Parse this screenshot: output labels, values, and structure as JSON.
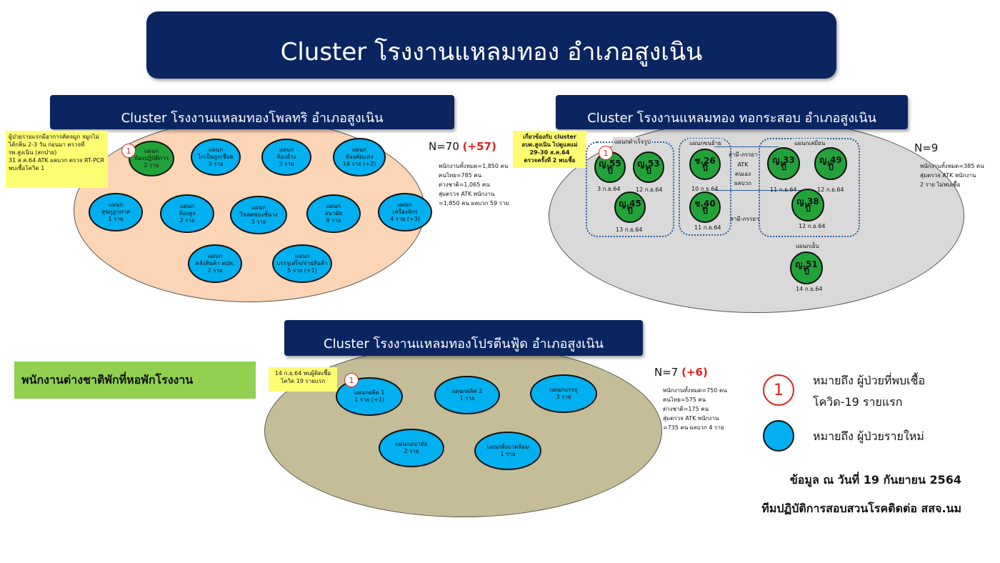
{
  "title": "Cluster โรงงานแหลมทอง อำเภอสูงเนิน",
  "colors": {
    "banner": "#0b2560",
    "blue_node": "#00b0f0",
    "green_node": "#22a33a",
    "note": "#fdfd72",
    "red": "#e02020",
    "foreign_box": "#92d050"
  },
  "cluster1": {
    "title": "Cluster โรงงานแหลมทองโพลทริ อำเภอสูงเนิน",
    "n_label": "N=70",
    "n_delta": "(+57)",
    "note": "ผู้ป่วยรายแรกมีอาการคัดจมูก จมูกไม่ได้กลิ่น 2-3 วัน ก่อนมา ตรวจที่ รพ.สูงเนิน (สกป่าย)\n31 ส.ค.64 ATK ผลบวก ตรวจ RT-PCR พบเชื้อโควิด 1",
    "stats": "พนักงานทั้งหมด=1,850 คน\nคนไทย=785 คน\nต่างชาติ=1,065 คน\nสุ่มตรวจ ATK พนักงาน\n=1,850 คน ผลบวก 59 ราย",
    "nodes": [
      {
        "line1": "แผนก",
        "line2": "ห้องปฏิบัติการ",
        "line3": "2 ราย"
      },
      {
        "line1": "แผนก",
        "line2": "ไก่เป็นถูกเชือด",
        "line3": "3 ราย"
      },
      {
        "line1": "แผนก",
        "line2": "ห้องอ้วง",
        "line3": "3 ราย"
      },
      {
        "line1": "แผนก",
        "line2": "ห้องตัดแต่ง",
        "line3": "14 ราย (+2)"
      },
      {
        "line1": "แผนก",
        "line2": "สุขภูฏาภาศ",
        "line3": "1 ราย"
      },
      {
        "line1": "แผนก",
        "line2": "ห้องลูจ",
        "line3": "2 ราย"
      },
      {
        "line1": "แผนก",
        "line2": "โหลดซองชั้นวง",
        "line3": "3 ราย"
      },
      {
        "line1": "แผนก",
        "line2": "อนามัย",
        "line3": "9 ราย"
      },
      {
        "line1": "แผนก",
        "line2": "เครื่องจักร",
        "line3": "4 ราย (+3)"
      },
      {
        "line1": "แผนก",
        "line2": "คลังสินค้า ตปท.",
        "line3": "2 ราย"
      },
      {
        "line1": "แผนก",
        "line2": "บรรจุเสร็จ/จ่ายสินค้า",
        "line3": "5 ราย (+1)"
      }
    ]
  },
  "cluster2": {
    "title": "Cluster โรงงานแหลมทอง ทอกระสอบ อำเภอสูงเนิน",
    "n_label": "N=9",
    "note": "เกี่ยวข้องกับ cluster อบต.สูงเนิน ไปดูแลแม่ 29-30 ส.ค.64\nตรวจครั้งที่ 2 พบเชื้อ",
    "stats": "พนักงานทั้งหมด=385 คน\nสุ่มตรวจ ATK พนักงาน\n2 ราย ไม่พบเชื้อ",
    "groups": [
      "แผนกตำเร็จรูป",
      "แผนกขนย้าย",
      "แผนกเสมียน",
      "แผนกเย็บ"
    ],
    "persons": [
      {
        "label": "ญ.55 ปี",
        "date": "3 ก.ย.64"
      },
      {
        "label": "ญ.53 ปี",
        "date": "12 ก.ย.64"
      },
      {
        "label": "ญ.45 ปี",
        "date": "13 ก.ย.64"
      },
      {
        "label": "ช.26 ปี",
        "date": "10 ก.ย.64"
      },
      {
        "label": "ช.40 ปี",
        "date": "11 ก.ย.64"
      },
      {
        "label": "ญ.33 ปี",
        "date": "11 ก.ย.64"
      },
      {
        "label": "ญ.49 ปี",
        "date": "12 ก.ย.64"
      },
      {
        "label": "ญ.38 ปี",
        "date": "12 ก.ย.64"
      },
      {
        "label": "ญ.51 ปี",
        "date": "14 ก.ย.64"
      }
    ],
    "relation_top": "สามี-ภรรยา",
    "relation_mid": "ATK\nคนเอง\nผลบวก",
    "relation_bottom": "สามี-ภรรยา"
  },
  "cluster3": {
    "title": "Cluster โรงงานแหลมทองโปรตีนฟู้ด อำเภอสูงเนิน",
    "n_label": "N=7",
    "n_delta": "(+6)",
    "note": "14 ก.ย.64 พบผู้ติดเชื้อ\nโควิด 19 รายแรก",
    "stats": "พนักงานทั้งหมด=750 คน\nคนไทย=575 คน\nต่างชาติ=175 คน\nสุ่มตรวจ ATK พนักงาน\n=735 คน ผลบวก 4 ราย",
    "nodes": [
      {
        "line1": "แผนกผลิต 1",
        "line2": "1 ราย (+1)"
      },
      {
        "line1": "แผนกผลิต 2",
        "line2": "1 ราย"
      },
      {
        "line1": "แผนกบรรจุ",
        "line2": "3 ราย"
      },
      {
        "line1": "แผนกอนามัย",
        "line2": "2 ราย"
      },
      {
        "line1": "แผนกสิ่งแวดล้อม",
        "line2": "1 ราย"
      }
    ]
  },
  "marker_number": "1",
  "foreign_workers": "พนักงานต่างชาติพักที่หอพักโรงงาน",
  "legend": {
    "first_case_line1": "หมายถึง ผู้ป่วยที่พบเชื้อ",
    "first_case_line2": "โควิด-19 รายแรก",
    "new_case": "หมายถึง ผู้ป่วยรายใหม่"
  },
  "footer": {
    "date": "ข้อมูล ณ วันที่ 19 กันยายน 2564",
    "team": "ทีมปฏิบัติการสอบสวนโรคติดต่อ สสจ.นม"
  }
}
